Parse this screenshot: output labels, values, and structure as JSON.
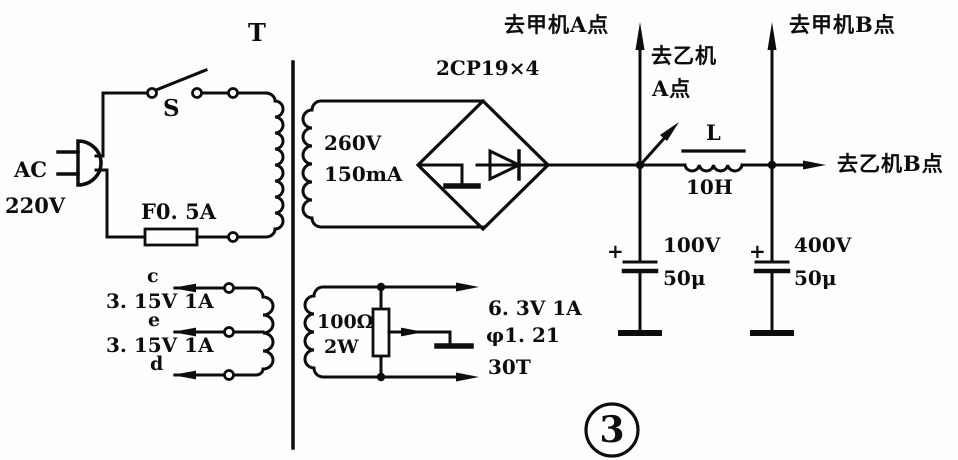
{
  "figure_number": "3",
  "power_input": {
    "ac_label": "AC",
    "voltage": "220V",
    "switch_label": "S",
    "fuse_label": "F0. 5A"
  },
  "transformer": {
    "label": "T"
  },
  "hv_winding": {
    "voltage": "260V",
    "current": "150mA"
  },
  "rectifier": {
    "label": "2CP19×4"
  },
  "filter": {
    "inductor": {
      "label": "L",
      "value": "10H"
    },
    "cap_a": {
      "polarity": "+",
      "voltage": "100V",
      "capacity": "50μ"
    },
    "cap_b": {
      "polarity": "+",
      "voltage": "400V",
      "capacity": "50μ"
    }
  },
  "outputs": {
    "to_jia_a": "去甲机A点",
    "to_yi_a_line1": "去乙机",
    "to_yi_a_line2": "A点",
    "to_jia_b": "去甲机B点",
    "to_yi_b": "去乙机B点"
  },
  "filament_winding": {
    "tap_top": "c",
    "tap_mid": "e",
    "tap_bot": "d",
    "rating_upper": "3. 15V 1A",
    "rating_lower": "3. 15V 1A"
  },
  "heater_winding": {
    "resistor_value": "100Ω",
    "resistor_power": "2W",
    "rating": "6. 3V 1A",
    "wire_diameter": "φ1. 21",
    "turns": "30T"
  }
}
